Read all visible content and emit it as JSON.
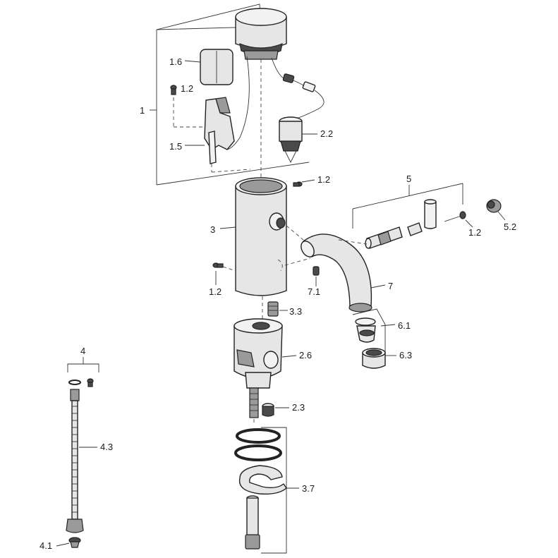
{
  "labels": {
    "l1_6": "1.6",
    "l1_2_top": "1.2",
    "l1": "1",
    "l1_5": "1.5",
    "l2_2": "2.2",
    "l1_2_body": "1.2",
    "l5": "5",
    "l3": "3",
    "l1_2_pin": "1.2",
    "l5_2": "5.2",
    "l1_2_left": "1.2",
    "l7_1": "7.1",
    "l7": "7",
    "l3_3": "3.3",
    "l6_1": "6.1",
    "l2_6": "2.6",
    "l6_3": "6.3",
    "l4": "4",
    "l2_3": "2.3",
    "l4_3": "4.3",
    "l3_7": "3.7",
    "l4_1": "4.1"
  }
}
